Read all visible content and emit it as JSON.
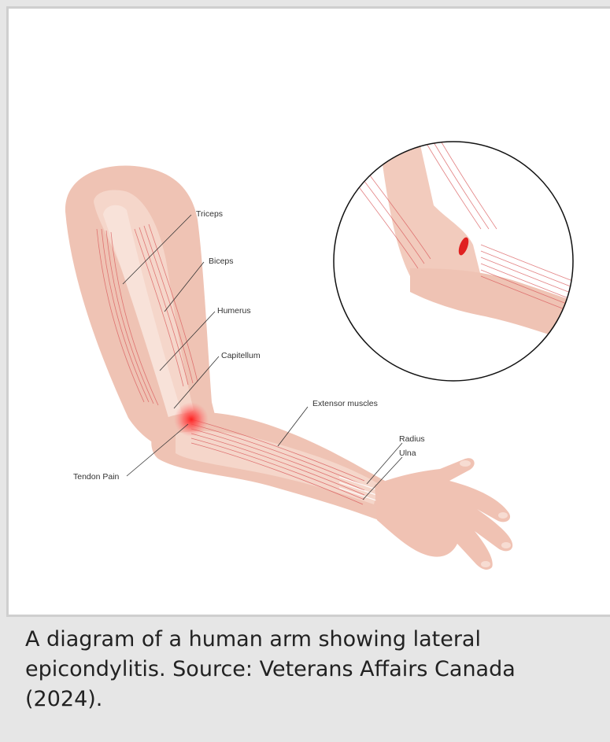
{
  "diagram": {
    "labels": {
      "triceps": "Triceps",
      "biceps": "Biceps",
      "humerus": "Humerus",
      "capitellum": "Capitellum",
      "extensor": "Extensor muscles",
      "radius": "Radius",
      "ulna": "Ulna",
      "tendon_pain": "Tendon Pain"
    },
    "colors": {
      "skin": "#efc3b4",
      "skin_light": "#f5d6ca",
      "muscle": "#d9585a",
      "pain": "#ff3a3a"
    }
  },
  "caption": "A diagram of a human arm showing lateral epicondylitis. Source: Veterans Affairs Canada (2024)."
}
